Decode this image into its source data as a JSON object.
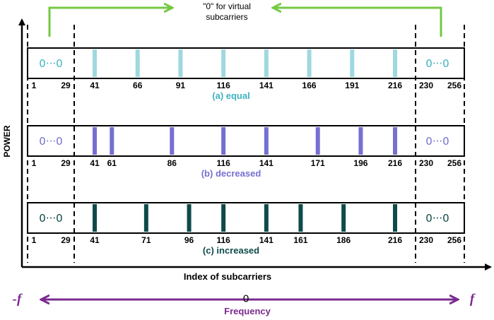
{
  "virtual_note": {
    "line1": "\"0\" for virtual",
    "line2": "subcarriers"
  },
  "y_axis_label": "POWER",
  "x_axis_label": "Index of subcarriers",
  "frequency": {
    "neg_label": "-f",
    "zero_label": "0",
    "pos_label": "f",
    "title": "Frequency"
  },
  "zeros_text": "0···0",
  "colors": {
    "equal": "#9fd8df",
    "decreased": "#7570d0",
    "increased": "#0f4a4a",
    "equal_caption": "#3fb3c0",
    "decreased_caption": "#7570d0",
    "increased_caption": "#0f4a4a",
    "note_arrow": "#74c843",
    "frequency_arrow": "#7a2a8f"
  },
  "panels": [
    {
      "caption": "(a) equal",
      "color_key": "equal",
      "bar_indices": [
        41,
        66,
        91,
        116,
        141,
        166,
        191,
        216
      ],
      "tick_labels": [
        "1",
        "29",
        "41",
        "66",
        "91",
        "116",
        "141",
        "166",
        "191",
        "216",
        "230",
        "256"
      ]
    },
    {
      "caption": "(b) decreased",
      "color_key": "decreased",
      "bar_indices": [
        41,
        51,
        86,
        116,
        141,
        171,
        196,
        216
      ],
      "tick_labels": [
        "1",
        "29",
        "41",
        "61",
        "86",
        "116",
        "141",
        "171",
        "196",
        "216",
        "230",
        "256"
      ]
    },
    {
      "caption": "(c) increased",
      "color_key": "increased",
      "bar_indices": [
        41,
        71,
        96,
        116,
        141,
        161,
        186,
        216
      ],
      "tick_labels": [
        "1",
        "29",
        "41",
        "71",
        "96",
        "116",
        "141",
        "161",
        "186",
        "216",
        "230",
        "256"
      ]
    }
  ]
}
